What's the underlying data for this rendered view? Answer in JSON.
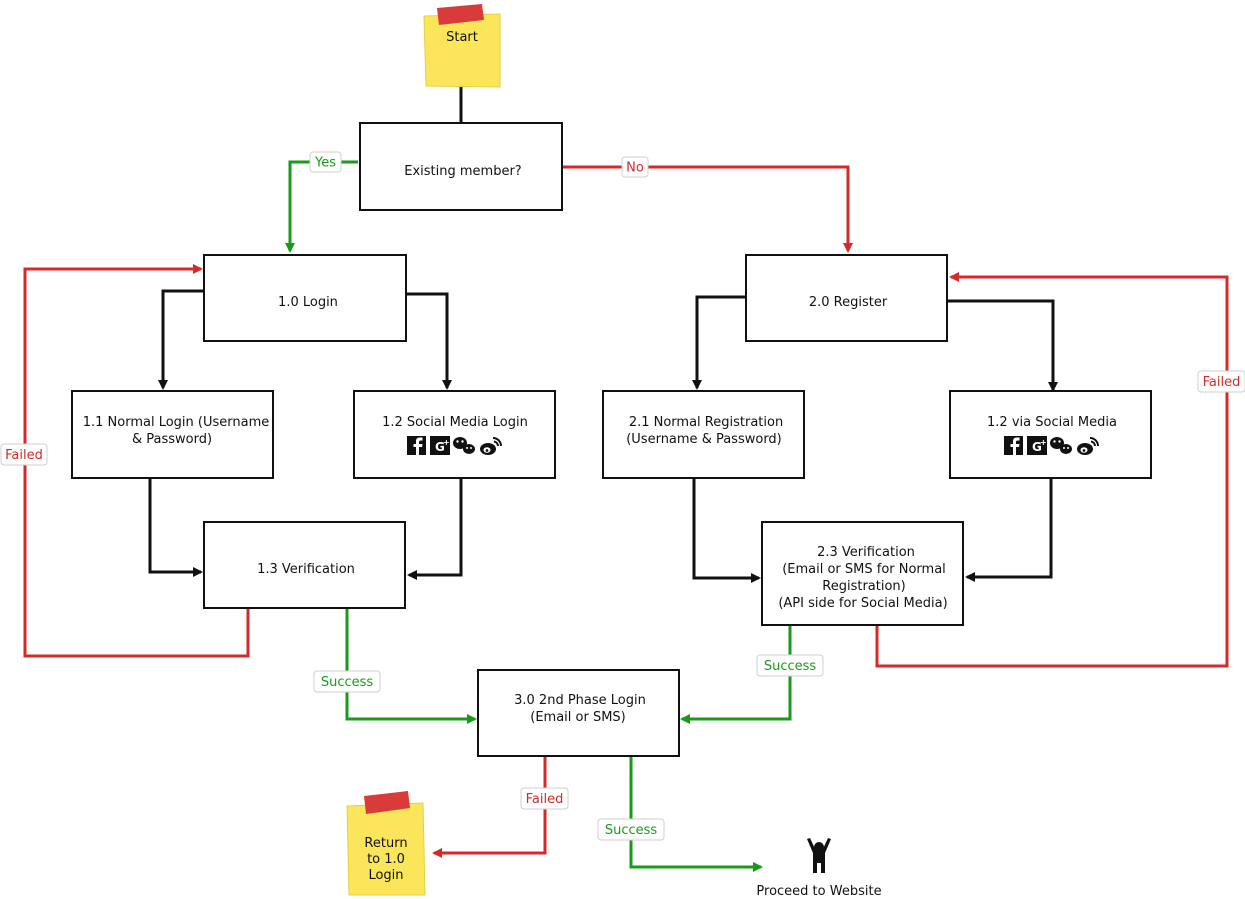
{
  "start_note": "Start",
  "decision": "Existing member?",
  "nodes": {
    "login": "1.0 Login",
    "normal_login": [
      "1.1 Normal Login (Username",
      "& Password)"
    ],
    "social_login": "1.2 Social Media Login",
    "verification_1": "1.3 Verification",
    "register": "2.0 Register",
    "normal_registration": [
      "2.1 Normal Registration",
      "(Username & Password)"
    ],
    "via_social": "1.2 via Social Media",
    "verification_2": [
      "2.3 Verification",
      "(Email or SMS for Normal",
      "Registration)",
      "(API side for Social Media)"
    ],
    "phase2": [
      "3.0 2nd Phase Login",
      "(Email or SMS)"
    ]
  },
  "edge_labels": {
    "yes": "Yes",
    "no": "No",
    "failed_left": "Failed",
    "failed_right": "Failed",
    "success_left": "Success",
    "success_right": "Success",
    "failed_bottom": "Failed",
    "success_bottom": "Success"
  },
  "return_note": [
    "Return",
    "to 1.0",
    "Login"
  ],
  "proceed": "Proceed to Website",
  "social_icons": [
    "facebook-icon",
    "google-plus-icon",
    "wechat-icon",
    "weibo-icon"
  ],
  "colors": {
    "black": "#111111",
    "green": "#1a9a1a",
    "red": "#d32a2a",
    "note_yellow": "#fbe55a",
    "note_tape": "#d93a3a"
  }
}
